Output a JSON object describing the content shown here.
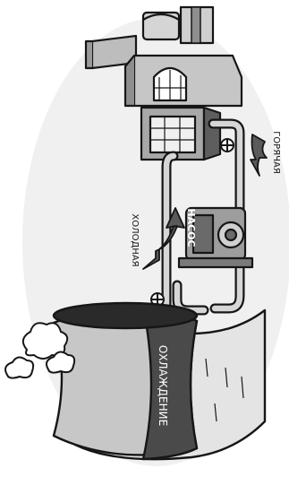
{
  "labels": {
    "cooling": "ОХЛАЖДЕНИЕ",
    "pump": "НАСОС",
    "cold": "ХОЛОДНАЯ",
    "hot": "ГОРЯЧАЯ"
  },
  "colors": {
    "paper": "#ffffff",
    "shadow": "#d7d7d7",
    "ink": "#161616",
    "tower_dark": "#4a4a4a",
    "tower_mid": "#8e8e8e",
    "tower_light": "#cfcfcf",
    "building": "#bdbdbd",
    "arrow": "#5a5a5a"
  },
  "icons": [
    "steam-cloud-icon",
    "cold-flow-arrow-icon",
    "hot-flow-arrow-icon",
    "valve-handwheel-icon"
  ]
}
